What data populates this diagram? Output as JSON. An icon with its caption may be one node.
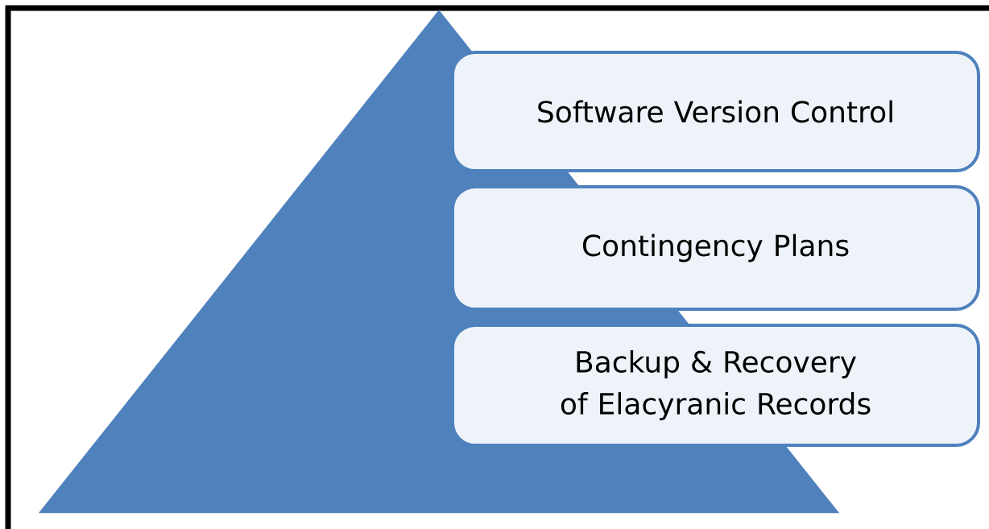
{
  "diagram": {
    "nodes": [
      {
        "text": [],
        "shape": "triangle"
      },
      {
        "text": [
          "Software Version Control"
        ]
      },
      {
        "text": [
          "Contingency Plans"
        ]
      },
      {
        "text": [
          "Backup & Recovery of Elacyranic Records"
        ]
      }
    ]
  }
}
